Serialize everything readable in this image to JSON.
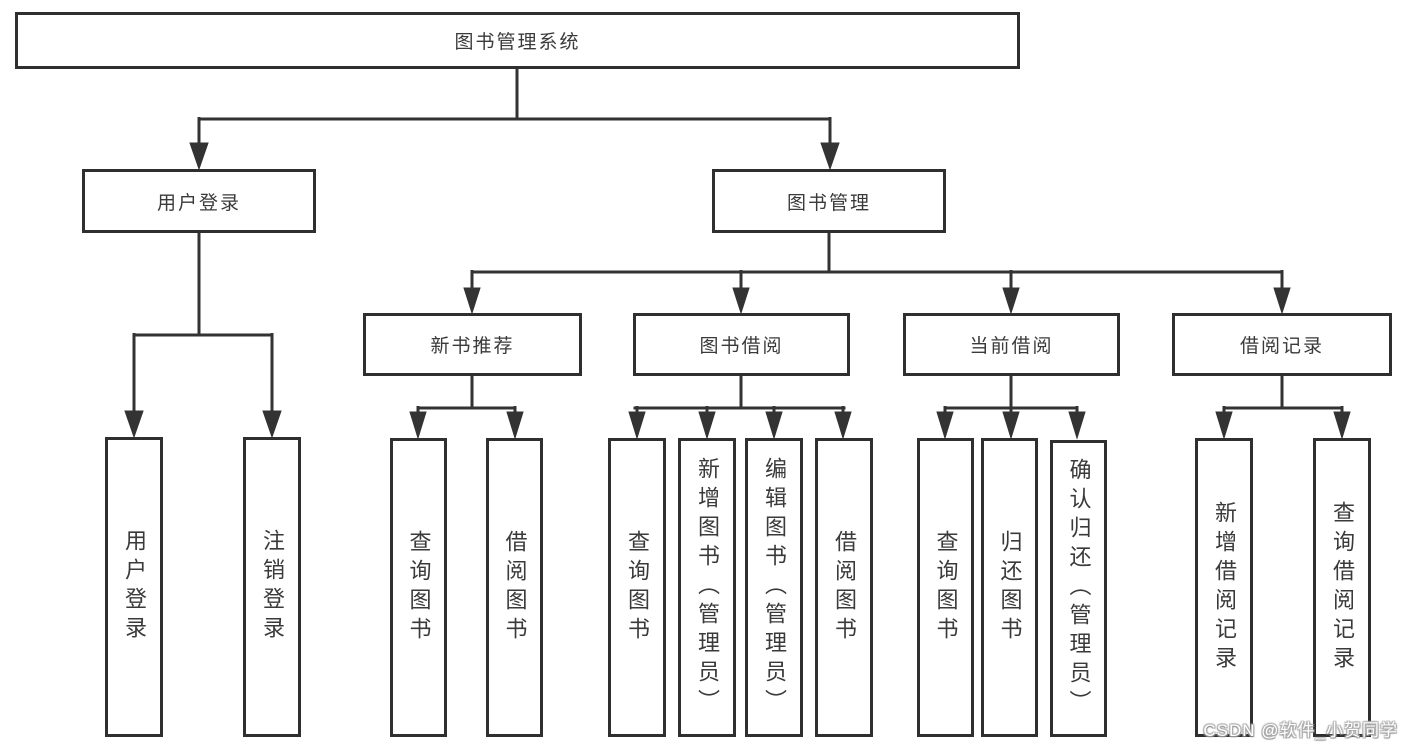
{
  "nodes": {
    "root": "图书管理系统",
    "user_login": "用户登录",
    "book_mgmt": "图书管理",
    "new_recommend": "新书推荐",
    "book_borrow": "图书借阅",
    "current_borrow": "当前借阅",
    "borrow_record": "借阅记录",
    "ul_login": "用户登录",
    "ul_logout": "注销登录",
    "nr_query_book": "查询图书",
    "nr_borrow_book": "借阅图书",
    "bb_query_book": "查询图书",
    "bb_add_book": "新增图书（管理员）",
    "bb_edit_book": "编辑图书（管理员）",
    "bb_borrow_book": "借阅图书",
    "cb_query_book": "查询图书",
    "cb_return_book": "归还图书",
    "cb_confirm_return": "确认归还（管理员）",
    "br_add_record": "新增借阅记录",
    "br_query_record": "查询借阅记录"
  },
  "watermark": "CSDN @软件_小贺同学",
  "colors": {
    "line": "#333333",
    "text": "#3a3a3a",
    "background": "#ffffff",
    "watermark_fill": "#ffffff",
    "watermark_shadow": "#9a9a9a"
  }
}
